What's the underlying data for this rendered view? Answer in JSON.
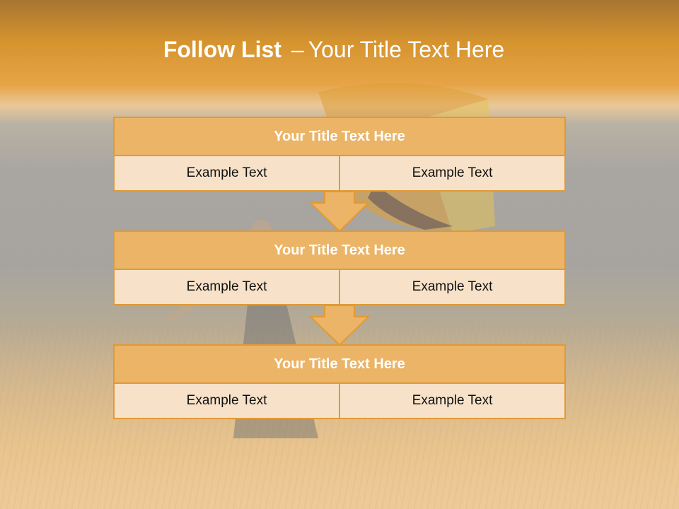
{
  "slide": {
    "title_bold": "Follow List",
    "title_sep": "–",
    "title_rest": "Your Title Text Here"
  },
  "blocks": [
    {
      "title": "Your Title Text Here",
      "left": "Example Text",
      "right": "Example Text"
    },
    {
      "title": "Your Title Text Here",
      "left": "Example Text",
      "right": "Example Text"
    },
    {
      "title": "Your Title Text Here",
      "left": "Example Text",
      "right": "Example Text"
    }
  ],
  "colors": {
    "accent": "#e09a36",
    "header_fill": "#ebb466",
    "cell_fill": "#f7e2c9"
  }
}
